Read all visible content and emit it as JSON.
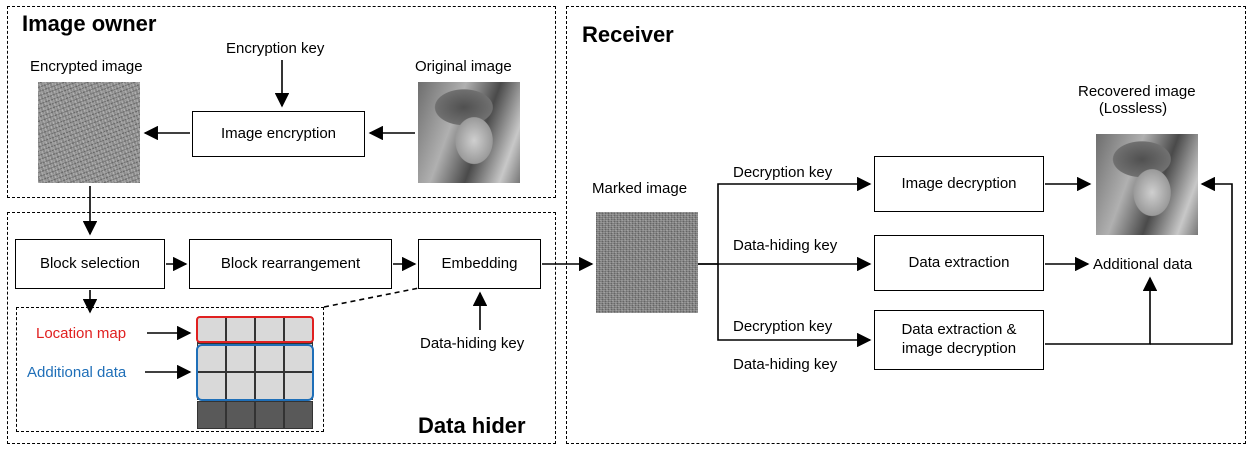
{
  "image_owner": {
    "title": "Image owner",
    "encryption_key": "Encryption key",
    "encrypted_image": "Encrypted image",
    "original_image": "Original image",
    "image_encryption": "Image encryption"
  },
  "data_hider": {
    "title": "Data hider",
    "block_selection": "Block selection",
    "block_rearrangement": "Block rearrangement",
    "embedding": "Embedding",
    "data_hiding_key": "Data-hiding key",
    "location_map": "Location map",
    "additional_data": "Additional data"
  },
  "receiver": {
    "title": "Receiver",
    "marked_image": "Marked image",
    "recovered_image_line1": "Recovered image",
    "recovered_image_line2": "(Lossless)",
    "decryption_key_1": "Decryption key",
    "data_hiding_key_1": "Data-hiding key",
    "decryption_key_2": "Decryption key",
    "data_hiding_key_2": "Data-hiding key",
    "image_decryption": "Image decryption",
    "data_extraction": "Data extraction",
    "combined_line1": "Data extraction &",
    "combined_line2": "image decryption",
    "additional_data": "Additional data"
  },
  "colors": {
    "location_map": "#e02020",
    "additional_data": "#1f6fb8"
  }
}
